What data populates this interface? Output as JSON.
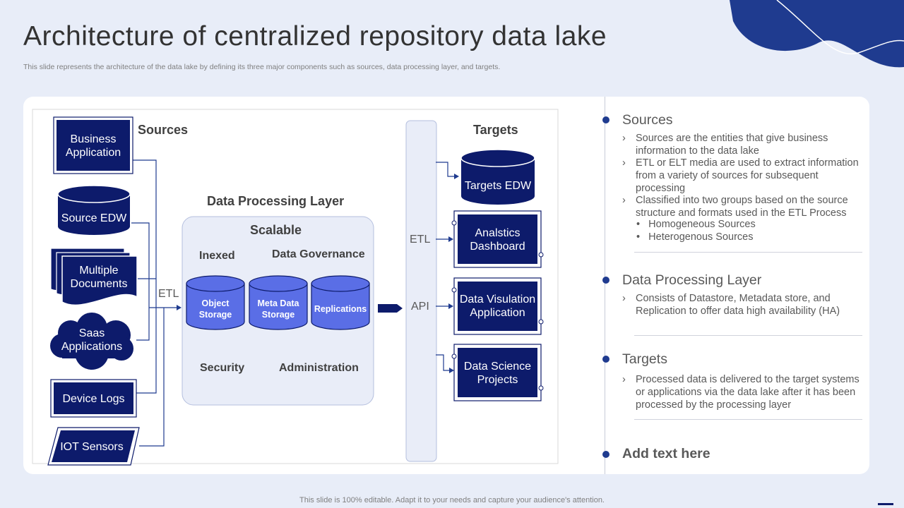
{
  "header": {
    "title": "Architecture of centralized repository data lake",
    "subtitle": "This slide represents the architecture of the data lake by defining its three major components such as sources, data processing layer, and targets."
  },
  "diagram": {
    "sources_heading": "Sources",
    "processing_heading": "Data Processing Layer",
    "targets_heading": "Targets",
    "sources": [
      {
        "label": "Business Application"
      },
      {
        "label": "Source EDW"
      },
      {
        "label": "Multiple Documents"
      },
      {
        "label": "Saas Applications"
      },
      {
        "label": "Device Logs"
      },
      {
        "label": "IOT Sensors"
      }
    ],
    "etl_label": "ETL",
    "processing": {
      "scalable": "Scalable",
      "inexed": "Inexed",
      "governance": "Data Governance",
      "security": "Security",
      "administration": "Administration",
      "storages": [
        "Object Storage",
        "Meta Data Storage",
        "Replications"
      ]
    },
    "bus_etl": "ETL",
    "bus_api": "API",
    "targets": [
      {
        "label": "Targets EDW"
      },
      {
        "label": "Analstics Dashboard"
      },
      {
        "label": "Data Visulation Application"
      },
      {
        "label": "Data Science Projects"
      }
    ]
  },
  "panel": {
    "sections": [
      {
        "title": "Sources",
        "bullets": [
          "Sources are the entities that give business information to the data lake",
          "ETL or ELT media are used to extract information from a variety of sources for subsequent processing",
          "Classified into two groups based on the source structure and formats used in the ETL Process"
        ],
        "subbullets": [
          "Homogeneous Sources",
          "Heterogenous Sources"
        ]
      },
      {
        "title": "Data Processing Layer",
        "bullets": [
          "Consists of Datastore, Metadata store, and Replication to offer data high availability  (HA)"
        ]
      },
      {
        "title": "Targets",
        "bullets": [
          "Processed data is delivered to the target systems or applications via the data lake after it has been processed by the processing layer"
        ]
      },
      {
        "title": "Add text here"
      }
    ],
    "chevron": "›",
    "subbullet_marker": "•"
  },
  "footer": "This slide is 100% editable. Adapt it to your needs and capture your audience's attention.",
  "colors": {
    "navy": "#0d1b6b",
    "accent_blue": "#1f3b8f",
    "storage_blue": "#5a6ee6",
    "background": "#e8edf8"
  }
}
